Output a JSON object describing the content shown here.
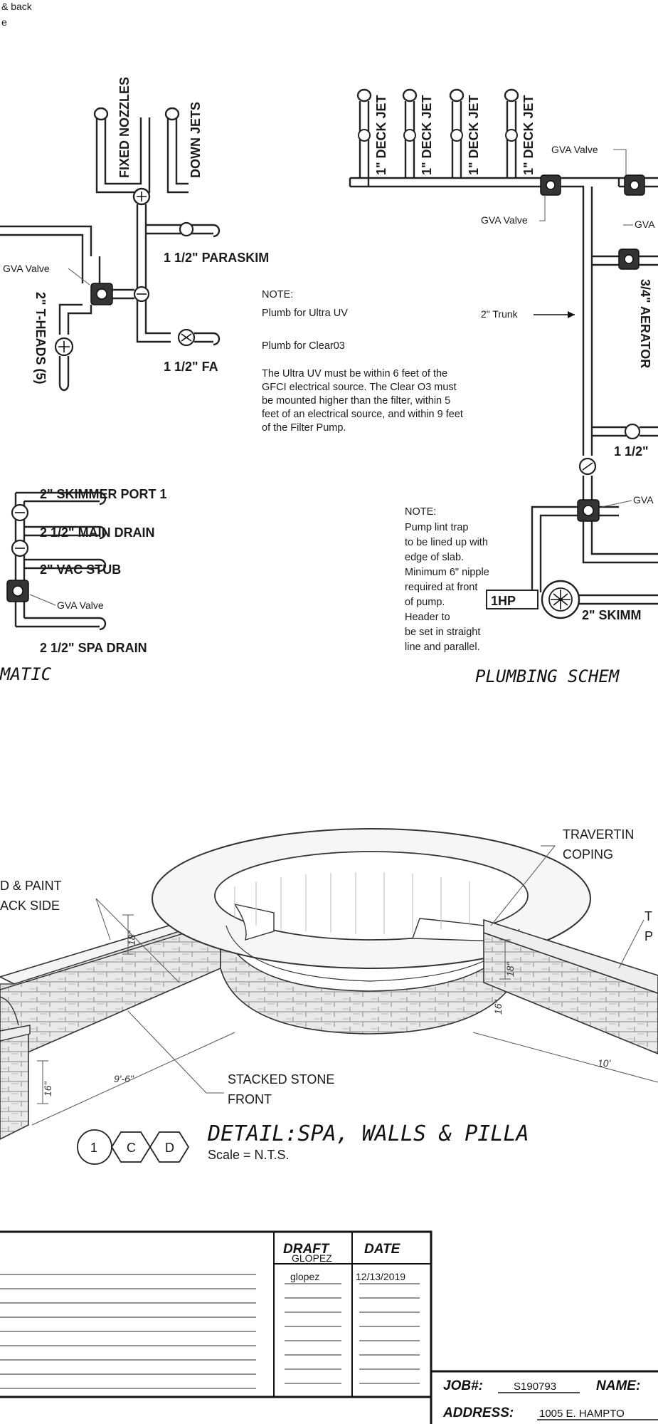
{
  "top_left_fragment": [
    "& back",
    "e"
  ],
  "left_manifold": {
    "fixed_nozzles": "FIXED NOZZLES",
    "down_jets": "DOWN JETS",
    "paraskim": "1 1/2\" PARASKIM",
    "fa": "1 1/2\" FA",
    "gva_valve": "GVA Valve",
    "t_heads": "2\" T-HEADS (5)"
  },
  "suction_manifold": {
    "skimmer_port": "2\" SKIMMER PORT 1",
    "main_drain": "2 1/2\" MAIN DRAIN",
    "vac_stub": "2\" VAC STUB",
    "gva_valve": "GVA Valve",
    "spa_drain": "2 1/2\" SPA DRAIN",
    "schematic_fragment": "MATIC"
  },
  "note_uv": {
    "heading": "NOTE:",
    "line1": "Plumb for Ultra UV",
    "line2": "Plumb for Clear03",
    "body": [
      "The Ultra UV must be within 6 feet of the",
      "GFCI electrical source. The Clear O3 must",
      "be mounted higher than the filter, within 5",
      "feet of an electrical source, and within 9 feet",
      "of the Filter Pump."
    ]
  },
  "right_manifold": {
    "deck_jet": "1\" DECK JET",
    "gva_valve": "GVA Valve",
    "gva_valve_2": "GVA Valve",
    "gva_fragment": "GVA",
    "gva_fragment_2": "GVA",
    "trunk": "2\" Trunk",
    "aerator": "3/4\" AERATOR",
    "fragment_112": "1 1/2\"",
    "pump": "1HP",
    "skimmer_fragment": "2\" SKIMM",
    "plumbing_title": "PLUMBING SCHEM"
  },
  "note_pump": {
    "heading": "NOTE:",
    "lines": [
      "Pump lint trap",
      "to be lined up with",
      "edge of slab.",
      "Minimum 6\" nipple",
      "required at front",
      "of pump.",
      "Header to",
      "be set in straight",
      "line and parallel."
    ]
  },
  "detail": {
    "travertine": [
      "TRAVERTIN",
      "COPING"
    ],
    "paint": [
      "D & PAINT",
      "ACK SIDE"
    ],
    "stacked_stone": [
      "STACKED STONE",
      "FRONT"
    ],
    "right_fragment": [
      "T",
      "P"
    ],
    "dim_18_left": "18\"",
    "dim_18_right": "18\"",
    "dim_16_left": "16\"",
    "dim_16_right": "16\"",
    "dim_96": "9'-6\"",
    "dim_10": "10'",
    "tag_1": "1",
    "tag_c": "C",
    "tag_d": "D",
    "title": "DETAIL:SPA, WALLS & PILLA",
    "scale": "Scale = N.T.S."
  },
  "title_block": {
    "draft_label": "DRAFT",
    "draft_sub": "GLOPEZ",
    "date_label": "DATE",
    "draft_value": "glopez",
    "date_value": "12/13/2019",
    "job_label": "JOB#:",
    "job_value": "S190793",
    "name_label": "NAME:",
    "address_label": "ADDRESS:",
    "address_value": "1005 E. HAMPTO"
  }
}
